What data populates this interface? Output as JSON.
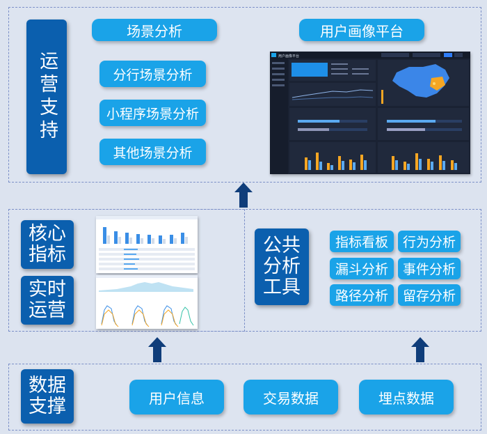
{
  "top": {
    "title": "运营支持",
    "scene_header": "场景分析",
    "scene_items": [
      "分行场景分析",
      "小程序场景分析",
      "其他场景分析"
    ],
    "portrait_header": "用户画像平台",
    "dashboard_title": "用户画像平台"
  },
  "middle": {
    "core_title": "核心指标",
    "realtime_title": "实时运营",
    "public_title": "公共分析工具",
    "tools": [
      "指标看板",
      "行为分析",
      "漏斗分析",
      "事件分析",
      "路径分析",
      "留存分析"
    ]
  },
  "bottom": {
    "title": "数据支撑",
    "items": [
      "用户信息",
      "交易数据",
      "埋点数据"
    ]
  },
  "colors": {
    "dark_blue": "#0b5fae",
    "light_blue": "#1aa3e8",
    "arrow": "#0f3d7a",
    "dashboard_bg": "#1a2233",
    "accent_orange": "#f5a623"
  }
}
